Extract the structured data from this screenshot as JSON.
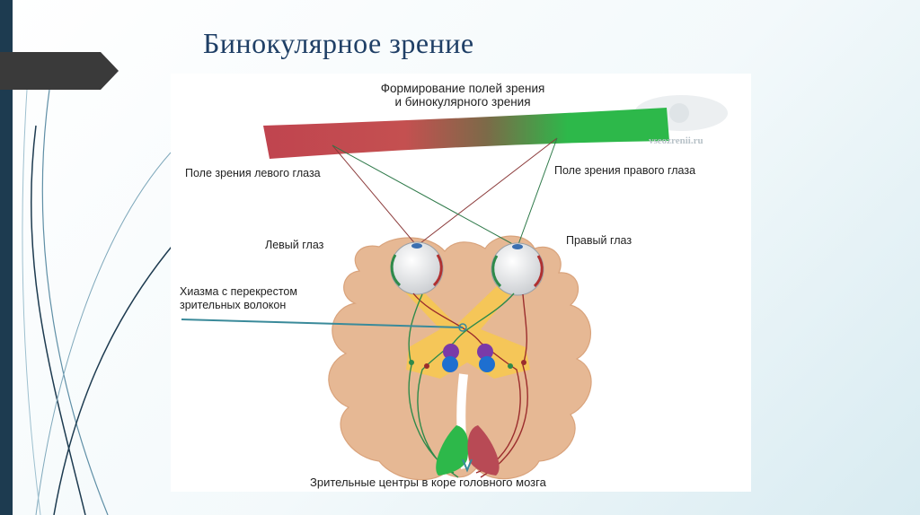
{
  "slide": {
    "title": "Бинокулярное  зрение"
  },
  "diagram": {
    "heading_line1": "Формирование полей зрения",
    "heading_line2": "и бинокулярного зрения",
    "watermark": "vseozrenii.ru",
    "labels": {
      "left_field": "Поле зрения левого глаза",
      "right_field": "Поле зрения правого глаза",
      "left_eye": "Левый глаз",
      "right_eye": "Правый глаз",
      "chiasm_line1": "Хиазма с перекрестом",
      "chiasm_line2": "зрительных волокон",
      "cortex": "Зрительные центры в коре головного мозга"
    },
    "colors": {
      "field_left": "#c0444f",
      "field_right": "#2db84a",
      "brain": "#e6b894",
      "pathway": "#f7c84e",
      "nerve_red": "#9b2d2d",
      "nerve_green": "#2f8a4a",
      "nucleus_purple": "#7a3aa8",
      "nucleus_blue": "#1e6fd0",
      "slide_title": "#1f3f66",
      "arrow_tab": "#3a3a3a"
    }
  }
}
